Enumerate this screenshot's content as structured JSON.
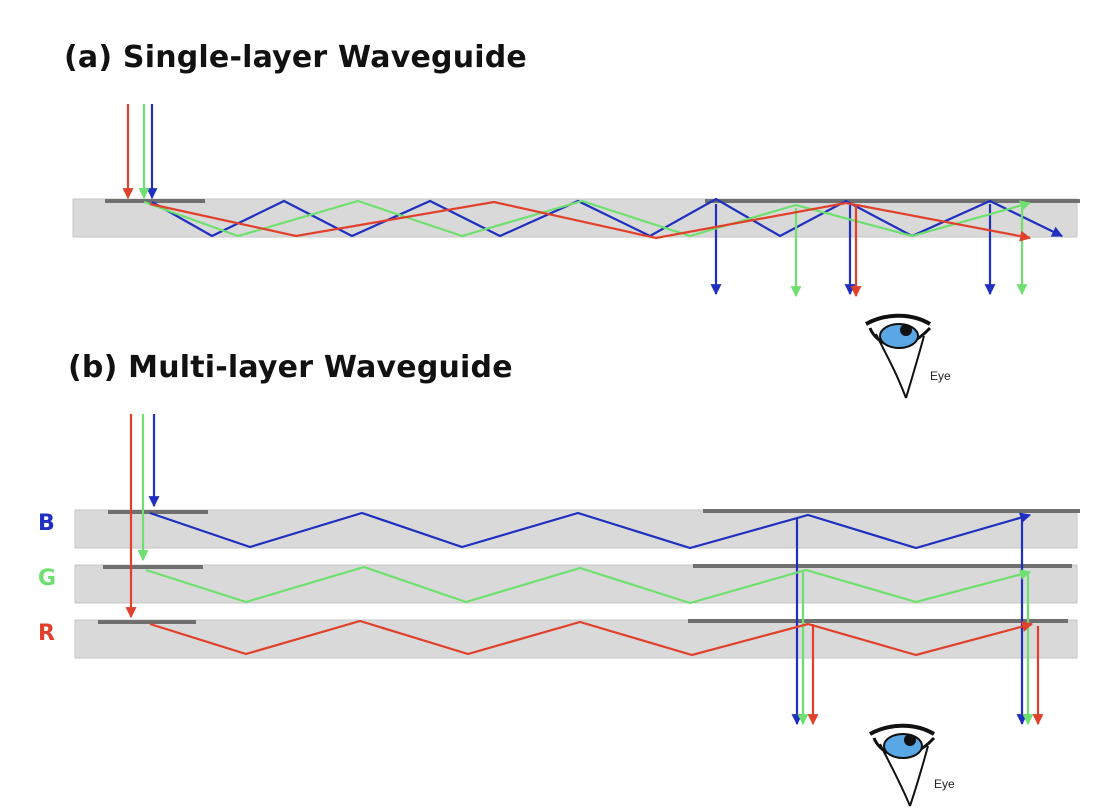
{
  "panel_a": {
    "title": "(a) Single-layer Waveguide"
  },
  "panel_b": {
    "title": "(b) Multi-layer Waveguide"
  },
  "layers": [
    {
      "label": "B",
      "color": "#1f2fbf"
    },
    {
      "label": "G",
      "color": "#6fe06f"
    },
    {
      "label": "R",
      "color": "#e0402c"
    }
  ],
  "colors": {
    "blue": "#1f2fbf",
    "green": "#6fe06f",
    "red": "#e0402c",
    "waveguide": "#d9d9d9",
    "grating": "#6f6f6f"
  },
  "eye_label": "Eye",
  "icons": [
    "eye-icon"
  ]
}
